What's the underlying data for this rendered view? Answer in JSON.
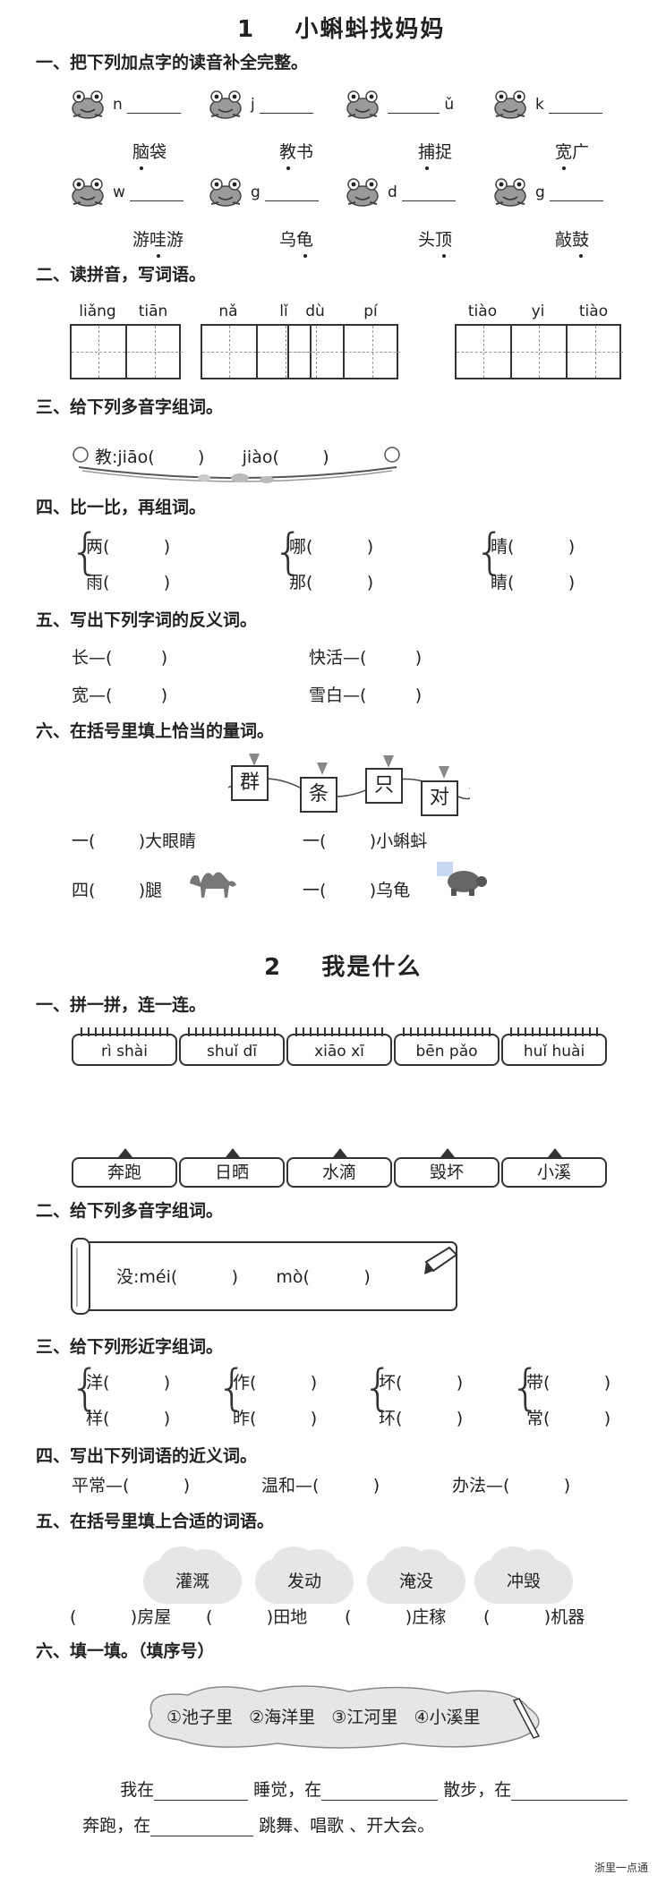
{
  "lesson1": {
    "number": "1",
    "title": "小蝌蚪找妈妈",
    "s1": {
      "heading": "一、把下列加点字的读音补全完整。",
      "row1": [
        {
          "initial": "n",
          "final": "",
          "word": "脑袋",
          "dot": "脑"
        },
        {
          "initial": "j",
          "final": "",
          "word": "教书",
          "dot": "教"
        },
        {
          "initial": "",
          "final": "ǔ",
          "word": "捕捉",
          "dot": "捕"
        },
        {
          "initial": "k",
          "final": "",
          "word": "宽广",
          "dot": "宽"
        }
      ],
      "row2": [
        {
          "initial": "w",
          "final": "",
          "word": "游哇游",
          "dot": "哇"
        },
        {
          "initial": "g",
          "final": "",
          "word": "乌龟",
          "dot": "龟"
        },
        {
          "initial": "d",
          "final": "",
          "word": "头顶",
          "dot": "顶"
        },
        {
          "initial": "g",
          "final": "",
          "word": "敲鼓",
          "dot": "鼓"
        }
      ]
    },
    "s2": {
      "heading": "二、读拼音，写词语。",
      "groups": [
        {
          "pinyin": [
            "liǎng",
            "tiān"
          ]
        },
        {
          "pinyin": [
            "nǎ",
            "lǐ"
          ]
        },
        {
          "pinyin": [
            "dù",
            "pí"
          ]
        },
        {
          "pinyin": [
            "tiào",
            "yi",
            "tiào"
          ]
        }
      ]
    },
    "s3": {
      "heading": "三、给下列多音字组词。",
      "text": "教:jiāo(        )       jiào(        )"
    },
    "s4": {
      "heading": "四、比一比，再组词。",
      "pairs": [
        [
          "两(          )",
          "雨(          )"
        ],
        [
          "哪(          )",
          "那(          )"
        ],
        [
          "晴(          )",
          "睛(          )"
        ]
      ]
    },
    "s5": {
      "heading": "五、写出下列字词的反义词。",
      "items": [
        "长—(         )",
        "快活—(         )",
        "宽—(         )",
        "雪白—(         )"
      ]
    },
    "s6": {
      "heading": "六、在括号里填上恰当的量词。",
      "cards": [
        "群",
        "条",
        "只",
        "对"
      ],
      "items": [
        "一(        )大眼睛",
        "一(        )小蝌蚪",
        "四(        )腿",
        "一(        )乌龟"
      ]
    }
  },
  "lesson2": {
    "number": "2",
    "title": "我是什么",
    "s1": {
      "heading": "一、拼一拼，连一连。",
      "pinyin": [
        "rì shài",
        "shuǐ dī",
        "xiāo xī",
        "bēn pǎo",
        "huǐ huài"
      ],
      "words": [
        "奔跑",
        "日晒",
        "水滴",
        "毁坏",
        "小溪"
      ]
    },
    "s2": {
      "heading": "二、给下列多音字组词。",
      "text": "没:méi(          )       mò(          )"
    },
    "s3": {
      "heading": "三、给下列形近字组词。",
      "pairs": [
        [
          "洋(          )",
          "样(          )"
        ],
        [
          "作(          )",
          "昨(          )"
        ],
        [
          "坏(          )",
          "环(          )"
        ],
        [
          "带(          )",
          "常(          )"
        ]
      ]
    },
    "s4": {
      "heading": "四、写出下列词语的近义词。",
      "items": [
        "平常—(          )",
        "温和—(          )",
        "办法—(          )"
      ]
    },
    "s5": {
      "heading": "五、在括号里填上合适的词语。",
      "clouds": [
        "灌溉",
        "发动",
        "淹没",
        "冲毁"
      ],
      "items": [
        "(          )房屋",
        "(          )田地",
        "(          )庄稼",
        "(          )机器"
      ]
    },
    "s6": {
      "heading": "六、填一填。（填序号）",
      "options": "①池子里   ②海洋里   ③江河里   ④小溪里",
      "line1": [
        "我在",
        "睡觉，在",
        "散步，在"
      ],
      "line2": [
        "奔跑，在",
        "跳舞、唱歌 、开大会。"
      ]
    }
  },
  "footer": "浙里一点通"
}
